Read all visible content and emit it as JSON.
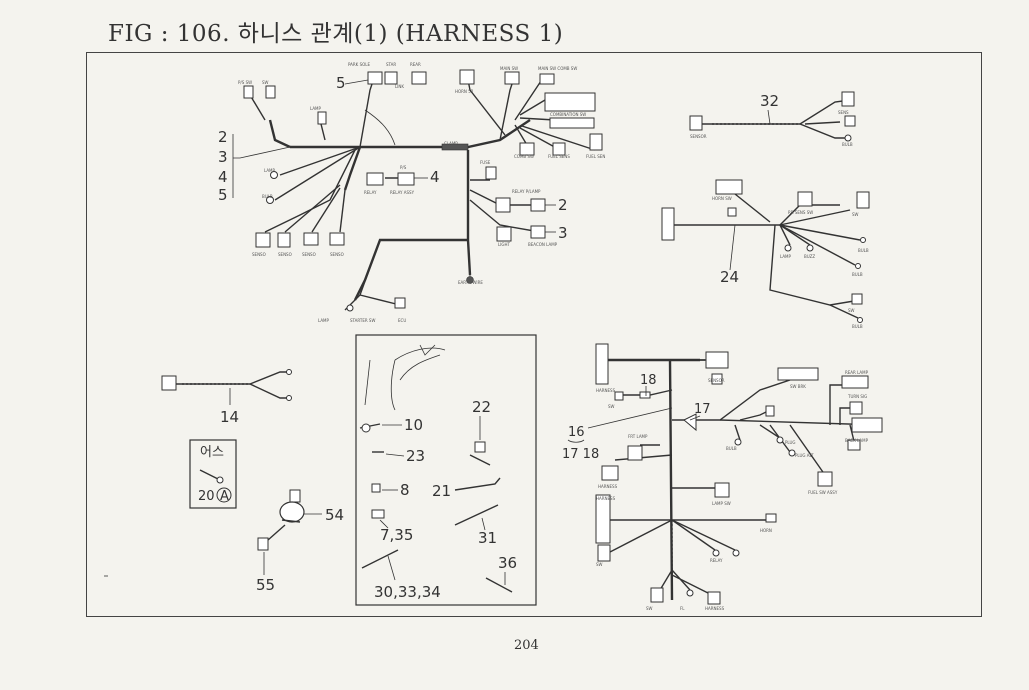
{
  "title": "FIG : 106. 하니스 관계(1) (HARNESS 1)",
  "page_number": "204",
  "callouts": {
    "n2": "2",
    "n3": "3",
    "n4": "4",
    "n5": "5",
    "n4b": "4",
    "n5b": "5",
    "n2b": "2",
    "n3b": "3",
    "n32": "32",
    "n24": "24",
    "n14": "14",
    "n10": "10",
    "n23": "23",
    "n8": "8",
    "n22": "22",
    "n21": "21",
    "n7_35": "7,35",
    "n31": "31",
    "n30_33_34": "30,33,34",
    "n36": "36",
    "n54": "54",
    "n55": "55",
    "n18": "18",
    "n17": "17",
    "n16": "16",
    "n17_18": "17  18"
  },
  "earth_box": {
    "korean_label": "어스",
    "number": "20",
    "circled_letter": "A"
  }
}
